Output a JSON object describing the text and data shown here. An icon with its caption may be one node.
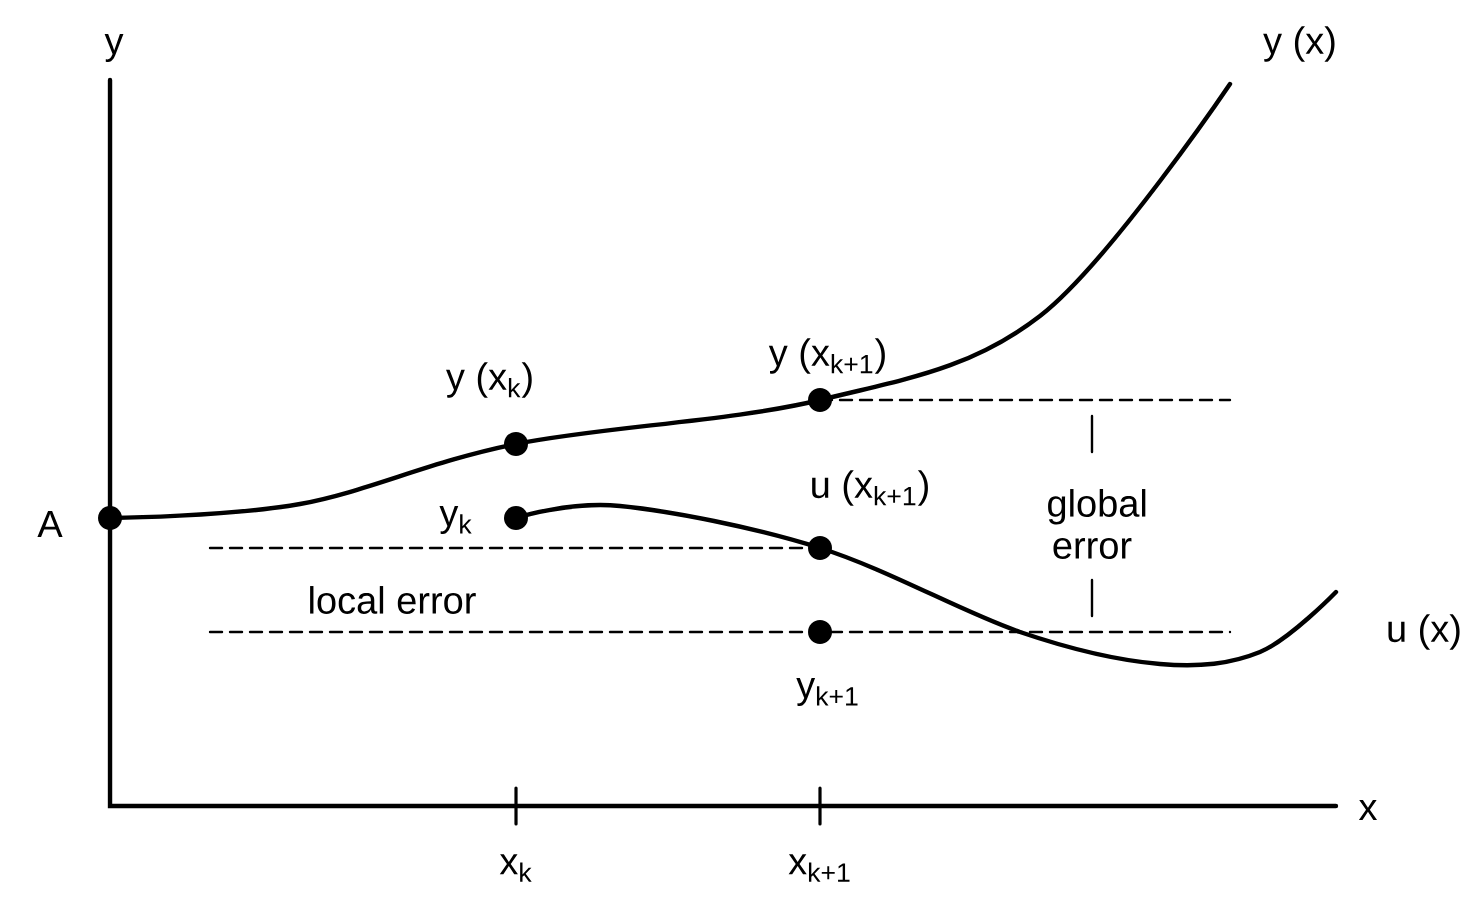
{
  "diagram": {
    "labels": [
      "y",
      "y (x)",
      "y (x$_{k+1}$)",
      "y (x$_{k}$)",
      "A",
      "y$_{k}$",
      "u (x$_{k+1}$)",
      "global error",
      "local error",
      "u (x)",
      "y$_{k+1}$",
      "x",
      "x$_{k}$",
      "x$_{k+1}$"
    ]
  }
}
